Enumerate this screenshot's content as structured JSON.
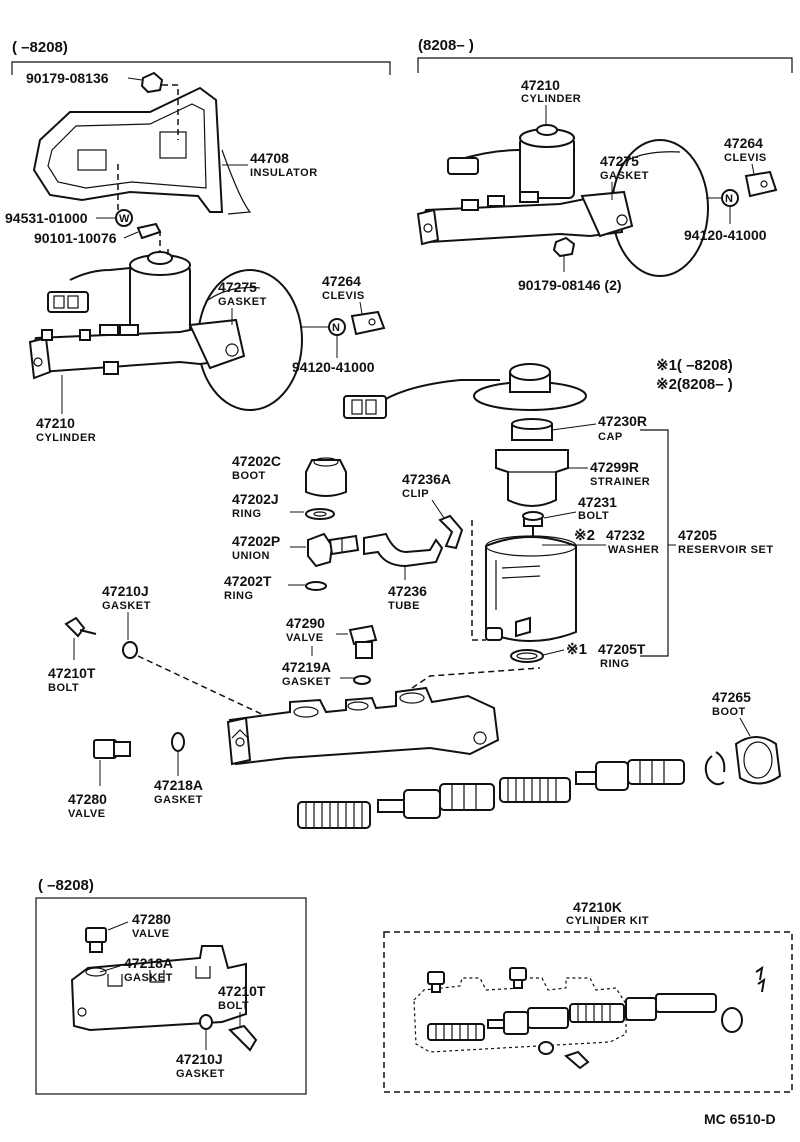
{
  "diagram": {
    "top_left_header": "(      –8208)",
    "top_right_header": "(8208–      )",
    "bottom_left_header": "(      –8208)",
    "note_1": "※1(      –8208)",
    "note_2": "※2(8208–      )",
    "footer_code": "MC  6510-D",
    "symbol_w": "W",
    "symbol_n": "N",
    "parts": {
      "p90179_08136": "90179-08136",
      "p44708": "44708",
      "p44708_name": "INSULATOR",
      "p94531_01000": "94531-01000",
      "p90101_10076": "90101-10076",
      "p47275_l": "47275",
      "p47275_l_name": "GASKET",
      "p47264_l": "47264",
      "p47264_l_name": "CLEVIS",
      "p94120_l": "94120-41000",
      "p47210_l": "47210",
      "p47210_l_name": "CYLINDER",
      "p47210_r": "47210",
      "p47210_r_name": "CYLINDER",
      "p47275_r": "47275",
      "p47275_r_name": "GASKET",
      "p47264_r": "47264",
      "p47264_r_name": "CLEVIS",
      "p94120_r": "94120-41000",
      "p90179_08146": "90179-08146 (2)",
      "p47230R": "47230R",
      "p47230R_name": "CAP",
      "p47299R": "47299R",
      "p47299R_name": "STRAINER",
      "p47231": "47231",
      "p47231_name": "BOLT",
      "p47232_mark": "※2",
      "p47232": "47232",
      "p47232_name": "WASHER",
      "p47205": "47205",
      "p47205_name": "RESERVOIR SET",
      "p47205T_mark": "※1",
      "p47205T": "47205T",
      "p47205T_name": "RING",
      "p47202C": "47202C",
      "p47202C_name": "BOOT",
      "p47202J": "47202J",
      "p47202J_name": "RING",
      "p47202P": "47202P",
      "p47202P_name": "UNION",
      "p47202T": "47202T",
      "p47202T_name": "RING",
      "p47236A": "47236A",
      "p47236A_name": "CLIP",
      "p47236": "47236",
      "p47236_name": "TUBE",
      "p47290": "47290",
      "p47290_name": "VALVE",
      "p47219A": "47219A",
      "p47219A_name": "GASKET",
      "p47210J": "47210J",
      "p47210J_name": "GASKET",
      "p47210T": "47210T",
      "p47210T_name": "BOLT",
      "p47280": "47280",
      "p47280_name": "VALVE",
      "p47218A": "47218A",
      "p47218A_name": "GASKET",
      "p47265": "47265",
      "p47265_name": "BOOT",
      "b47280": "47280",
      "b47280_name": "VALVE",
      "b47218A": "47218A",
      "b47218A_name": "GASKET",
      "b47210T": "47210T",
      "b47210T_name": "BOLT",
      "b47210J": "47210J",
      "b47210J_name": "GASKET",
      "p47210K": "47210K",
      "p47210K_name": "CYLINDER KIT"
    }
  }
}
